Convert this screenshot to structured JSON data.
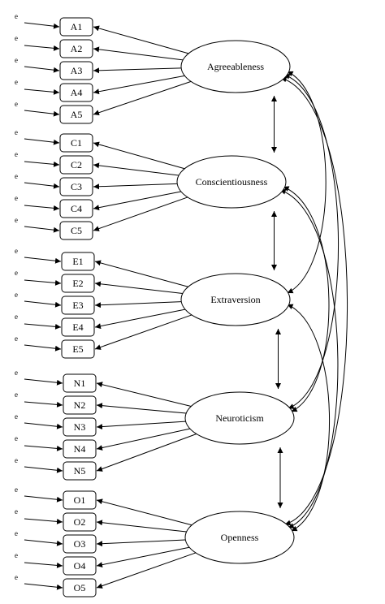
{
  "error_label": "e",
  "factors": [
    {
      "name": "Agreeableness",
      "items": [
        "A1",
        "A2",
        "A3",
        "A4",
        "A5"
      ]
    },
    {
      "name": "Conscientiousness",
      "items": [
        "C1",
        "C2",
        "C3",
        "C4",
        "C5"
      ]
    },
    {
      "name": "Extraversion",
      "items": [
        "E1",
        "E2",
        "E3",
        "E4",
        "E5"
      ]
    },
    {
      "name": "Neuroticism",
      "items": [
        "N1",
        "N2",
        "N3",
        "N4",
        "N5"
      ]
    },
    {
      "name": "Openness",
      "items": [
        "O1",
        "O2",
        "O3",
        "O4",
        "O5"
      ]
    }
  ],
  "covariances": [
    [
      "Agreeableness",
      "Conscientiousness"
    ],
    [
      "Agreeableness",
      "Extraversion"
    ],
    [
      "Agreeableness",
      "Neuroticism"
    ],
    [
      "Agreeableness",
      "Openness"
    ],
    [
      "Conscientiousness",
      "Extraversion"
    ],
    [
      "Conscientiousness",
      "Neuroticism"
    ],
    [
      "Conscientiousness",
      "Openness"
    ],
    [
      "Extraversion",
      "Neuroticism"
    ],
    [
      "Extraversion",
      "Openness"
    ],
    [
      "Neuroticism",
      "Openness"
    ]
  ]
}
